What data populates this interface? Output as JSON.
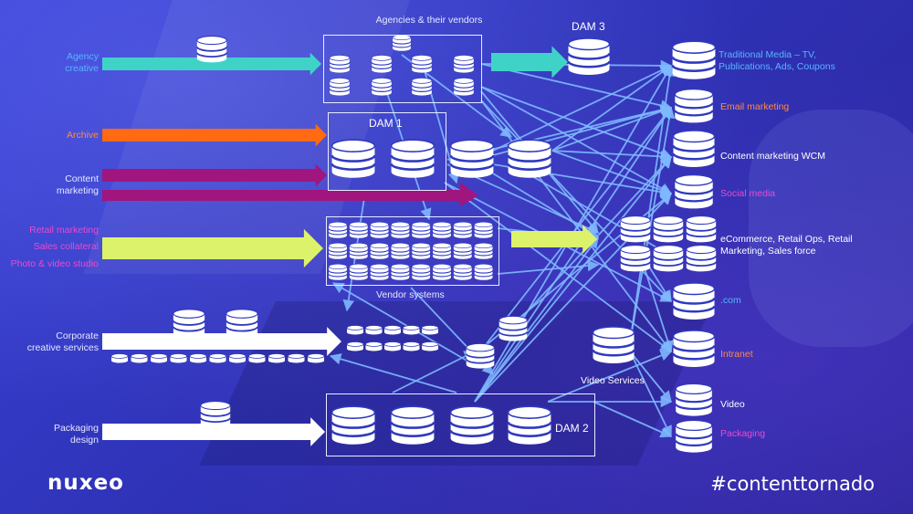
{
  "colors": {
    "teal": "#3fd3c8",
    "orange": "#ff6a12",
    "purple": "#a0157e",
    "lime": "#dcf26a",
    "white": "#ffffff",
    "connector": "#7fb9ff",
    "label_blue": "#5ab4ff",
    "label_orange": "#ff8a40",
    "label_pink": "#e84ccf"
  },
  "sources": [
    {
      "label": "Agency\ncreative",
      "color": "#5ab4ff"
    },
    {
      "label": "Archive",
      "color": "#ff8a40"
    },
    {
      "label": "Content\nmarketing",
      "color": "#e6e8ff"
    },
    {
      "label": "Retail marketing",
      "color": "#e84ccf"
    },
    {
      "label": "Sales collateral",
      "color": "#e84ccf"
    },
    {
      "label": "Photo & video studio",
      "color": "#e84ccf"
    },
    {
      "label": "Corporate\ncreative services",
      "color": "#e6e8ff"
    },
    {
      "label": "Packaging\ndesign",
      "color": "#e6e8ff"
    }
  ],
  "systems": {
    "agencies": "Agencies & their vendors",
    "dam1": "DAM 1",
    "dam2": "DAM 2",
    "dam3": "DAM 3",
    "vendor": "Vendor systems",
    "video_services": "Video Services"
  },
  "destinations": [
    {
      "label": "Traditional Media – TV,\nPublications, Ads, Coupons",
      "color": "#5ab4ff"
    },
    {
      "label": "Email marketing",
      "color": "#ff8a40"
    },
    {
      "label": "Content marketing WCM",
      "color": "#ffffff"
    },
    {
      "label": "Social media",
      "color": "#e84ccf"
    },
    {
      "label": "eCommerce, Retail Ops, Retail\nMarketing, Sales force",
      "color": "#ffffff"
    },
    {
      "label": ".com",
      "color": "#5ab4ff"
    },
    {
      "label": "Intranet",
      "color": "#ff8a40"
    },
    {
      "label": "Video",
      "color": "#ffffff"
    },
    {
      "label": "Packaging",
      "color": "#e84ccf"
    }
  ],
  "brand": {
    "logo_text": "nuxeo",
    "hashtag": "#contenttornado"
  }
}
